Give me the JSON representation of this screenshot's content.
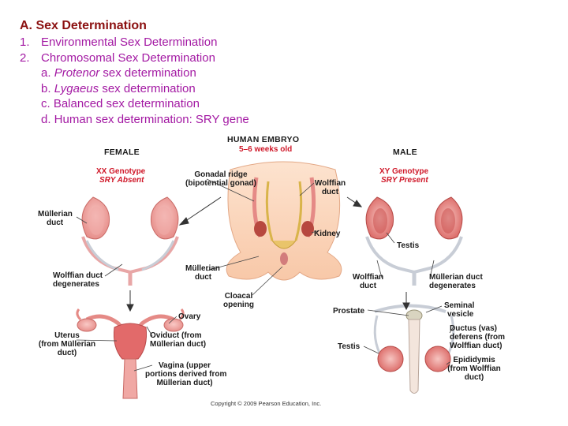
{
  "heading": "A. Sex Determination",
  "outline": {
    "item1_num": "1.",
    "item1_text": "Environmental Sex Determination",
    "item2_num": "2.",
    "item2_text": "Chromosomal Sex Determination",
    "sub_a_prefix": "a.",
    "sub_a_italic": "Protenor",
    "sub_a_rest": "sex determination",
    "sub_b_prefix": "b.",
    "sub_b_italic": "Lygaeus",
    "sub_b_rest": "sex determination",
    "sub_c": "c. Balanced sex determination",
    "sub_d": "d. Human sex determination: SRY gene"
  },
  "figure": {
    "female_title": "FEMALE",
    "female_genotype": "XX Genotype",
    "female_sry": "SRY Absent",
    "embryo_title": "HUMAN EMBRYO",
    "embryo_age": "5–6 weeks old",
    "male_title": "MALE",
    "male_genotype": "XY Genotype",
    "male_sry": "SRY Present",
    "gonadal_ridge_1": "Gonadal ridge",
    "gonadal_ridge_2": "(bipotential gonad)",
    "wolffian_duct_1": "Wolffian",
    "wolffian_duct_2": "duct",
    "mullerian_duct_f_1": "Müllerian",
    "mullerian_duct_f_2": "duct",
    "kidney": "Kidney",
    "testis_top": "Testis",
    "mullerian_duct_c_1": "Müllerian",
    "mullerian_duct_c_2": "duct",
    "wolffian_degen_1": "Wolffian duct",
    "wolffian_degen_2": "degenerates",
    "wolffian_m_1": "Wolffian",
    "wolffian_m_2": "duct",
    "mullerian_degen_1": "Müllerian duct",
    "mullerian_degen_2": "degenerates",
    "cloacal_1": "Cloacal",
    "cloacal_2": "opening",
    "ovary": "Ovary",
    "prostate": "Prostate",
    "seminal_1": "Seminal",
    "seminal_2": "vesicle",
    "uterus_1": "Uterus",
    "uterus_2": "(from Müllerian",
    "uterus_3": "duct)",
    "oviduct_1": "Oviduct (from",
    "oviduct_2": "Müllerian duct)",
    "ductus_1": "Ductus (vas)",
    "ductus_2": "deferens (from",
    "ductus_3": "Wolffian duct)",
    "testis_bottom": "Testis",
    "vagina_1": "Vagina (upper",
    "vagina_2": "portions derived from",
    "vagina_3": "Müllerian duct)",
    "epididymis_1": "Epididymis",
    "epididymis_2": "(from Wolffian",
    "epididymis_3": "duct)"
  },
  "copyright": "Copyright © 2009 Pearson Education, Inc."
}
